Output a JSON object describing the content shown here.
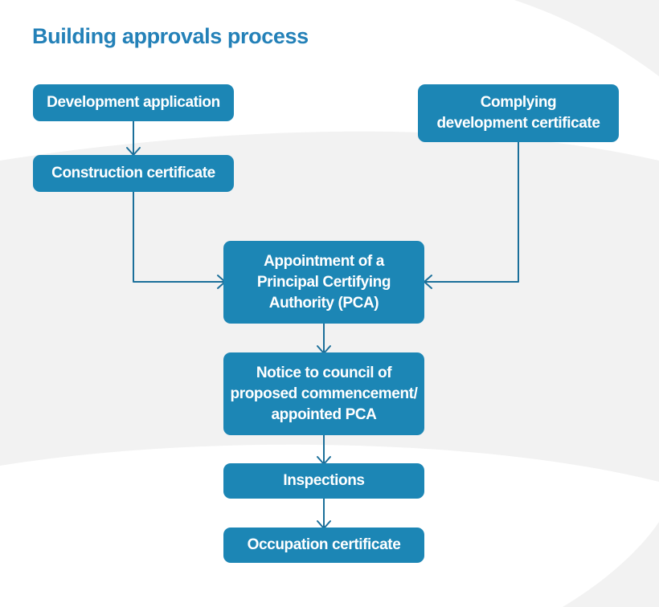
{
  "title": "Building approvals process",
  "colors": {
    "title": "#2481b8",
    "node_fill": "#1c86b5",
    "node_text": "#ffffff",
    "connector": "#1b6f9a",
    "background_swoosh": "#f2f2f2"
  },
  "nodes": {
    "development_application": "Development application",
    "construction_certificate": "Construction certificate",
    "complying_development_certificate": "Complying development certificate",
    "appointment_pca": "Appointment of a Principal Certifying Authority (PCA)",
    "notice_to_council": "Notice to council of proposed commencement/ appointed PCA",
    "inspections": "Inspections",
    "occupation_certificate": "Occupation certificate"
  }
}
